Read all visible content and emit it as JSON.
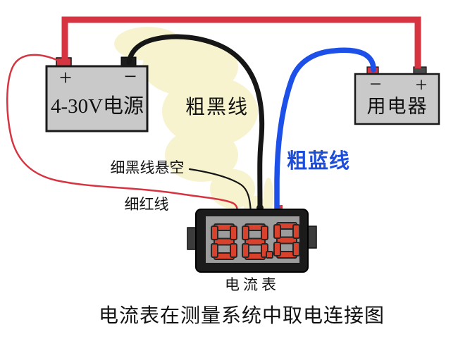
{
  "caption": "电流表在测量系统中取电连接图",
  "power_supply": {
    "label": "4-30V电源",
    "positive_mark": "+",
    "negative_mark": "−"
  },
  "load": {
    "label": "用电器",
    "negative_mark": "−",
    "positive_mark": "+"
  },
  "meter": {
    "label": "电流表",
    "display_value": "88.8"
  },
  "wire_labels": {
    "thick_black": "粗黑线",
    "thick_blue": "粗蓝线",
    "thin_black_floating": "细黑线悬空",
    "thin_red": "细红线"
  },
  "colors": {
    "wire_red": "#d53440",
    "wire_black": "#161616",
    "wire_blue": "#1d50e8",
    "label_blue": "#1c4ddb",
    "highlight_yellow": "#f7f3cf",
    "box_fill": "#c9c9c9",
    "box_border": "#1a1a1a",
    "meter_body": "#1b1b1b",
    "meter_panel": "#9c9c9c",
    "digit_red": "#d9432e",
    "terminal_red": "#d53440",
    "terminal_black": "#1c1c1c",
    "terminal_gray": "#4a4a4a",
    "text_black": "#111111"
  }
}
